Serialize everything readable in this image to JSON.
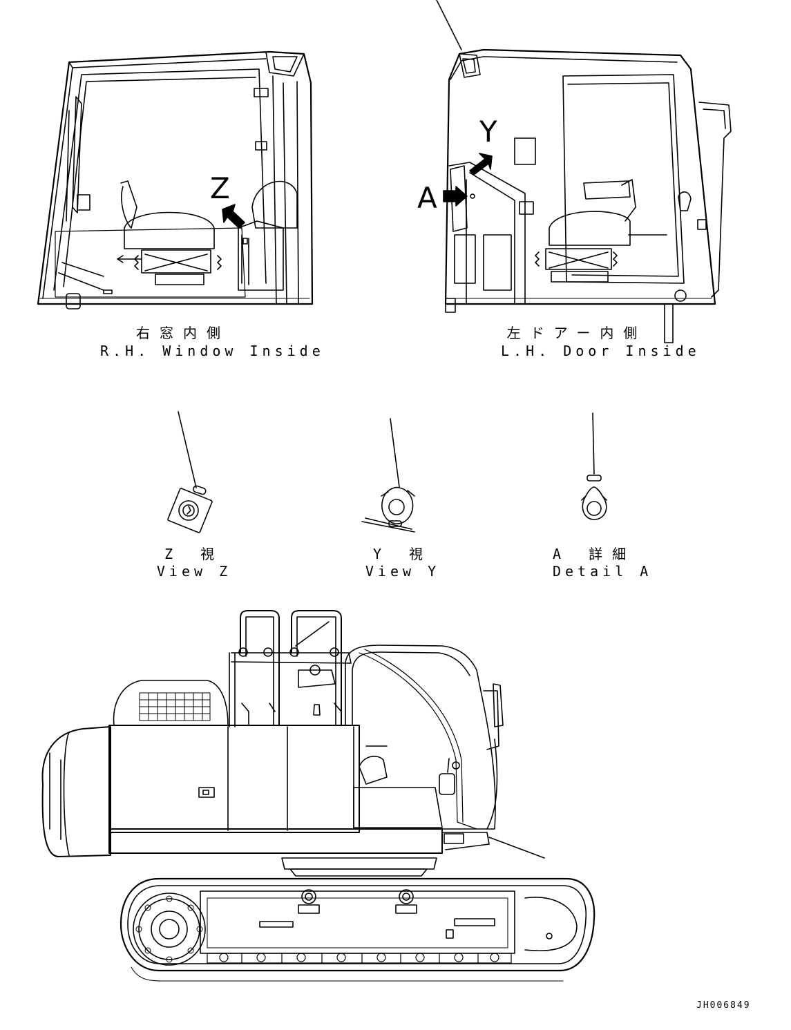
{
  "views": {
    "rh_window": {
      "caption_jp": "右窓内側",
      "caption_en": "R.H. Window Inside"
    },
    "lh_door": {
      "caption_jp": "左ドアー内側",
      "caption_en": "L.H. Door Inside"
    },
    "view_z": {
      "caption_jp": "Z 視",
      "caption_en": "View Z"
    },
    "view_y": {
      "caption_jp": "Y 視",
      "caption_en": "View Y"
    },
    "detail_a": {
      "caption_jp": "A 詳細",
      "caption_en": "Detail A"
    }
  },
  "callouts": {
    "z": "Z",
    "y": "Y",
    "a": "A"
  },
  "drawing_number": "JH006849"
}
